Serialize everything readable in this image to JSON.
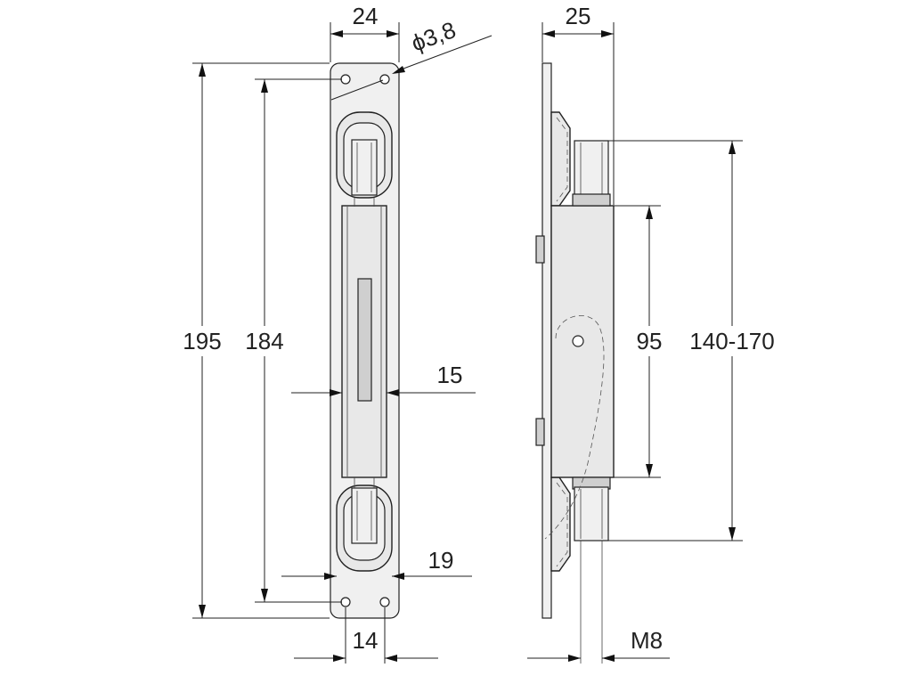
{
  "drawing": {
    "front_view": {
      "width_top": "24",
      "hole_diameter": "ϕ3,8",
      "overall_length": "195",
      "hole_spacing": "184",
      "body_width": "15",
      "bottom_offset": "19",
      "bottom_width": "14"
    },
    "side_view": {
      "depth_top": "25",
      "housing_length": "95",
      "bolt_travel": "140-170",
      "thread": "M8"
    }
  }
}
